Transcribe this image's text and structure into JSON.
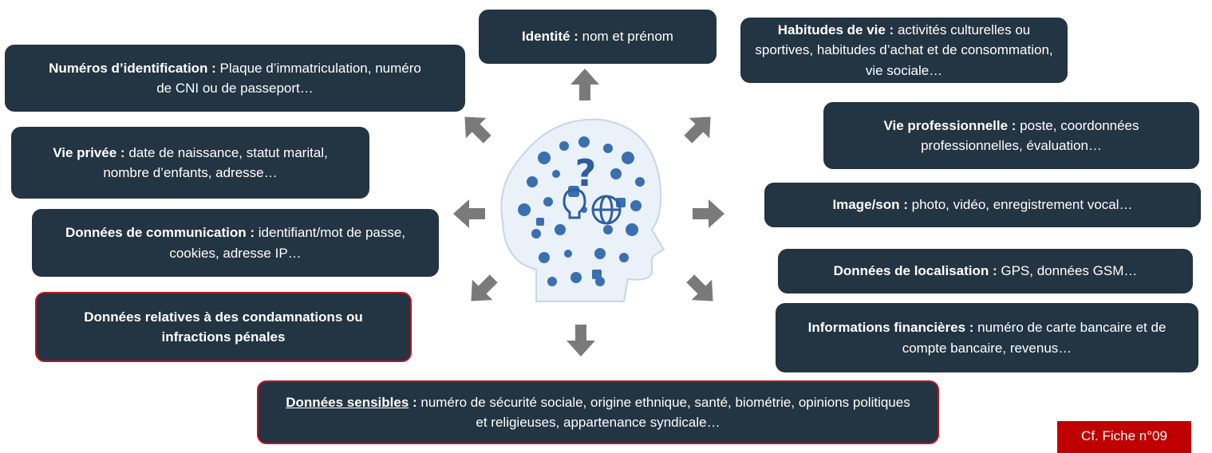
{
  "boxes": {
    "identite": {
      "title": "Identité :",
      "text": " nom et prénom"
    },
    "habitudes": {
      "title": "Habitudes de vie :",
      "text": " activités culturelles ou sportives, habitudes d’achat et de consommation, vie sociale…"
    },
    "numeros": {
      "title": "Numéros d’identification :",
      "text": " Plaque d’immatriculation, numéro de CNI ou de passeport…"
    },
    "vie_privee": {
      "title": "Vie privée :",
      "text": " date de naissance, statut marital, nombre d’enfants, adresse…"
    },
    "vie_pro": {
      "title": "Vie professionnelle :",
      "text": " poste, coordonnées professionnelles, évaluation…"
    },
    "image_son": {
      "title": "Image/son :",
      "text": " photo, vidéo, enregistrement vocal…"
    },
    "communication": {
      "title": "Données de communication :",
      "text": " identifiant/mot de passe, cookies, adresse IP…"
    },
    "localisation": {
      "title": "Données de localisation :",
      "text": " GPS, données GSM…"
    },
    "condamnations": {
      "title": "Données relatives à des condamnations ou infractions pénales",
      "text": ""
    },
    "financieres": {
      "title": "Informations financières :",
      "text": " numéro de carte bancaire et de compte bancaire, revenus…"
    },
    "sensibles": {
      "title": "Données sensibles",
      "sep": " :",
      "text": " numéro de sécurité sociale, origine ethnique, santé, biométrie, opinions politiques et religieuses, appartenance syndicale…"
    }
  },
  "reference": "Cf. Fiche n°09",
  "colors": {
    "box": "#233442",
    "border_red": "#c0161e",
    "arrow": "#7a7a7a",
    "reference_bg": "#c00000",
    "head": "#3a6fb0"
  }
}
